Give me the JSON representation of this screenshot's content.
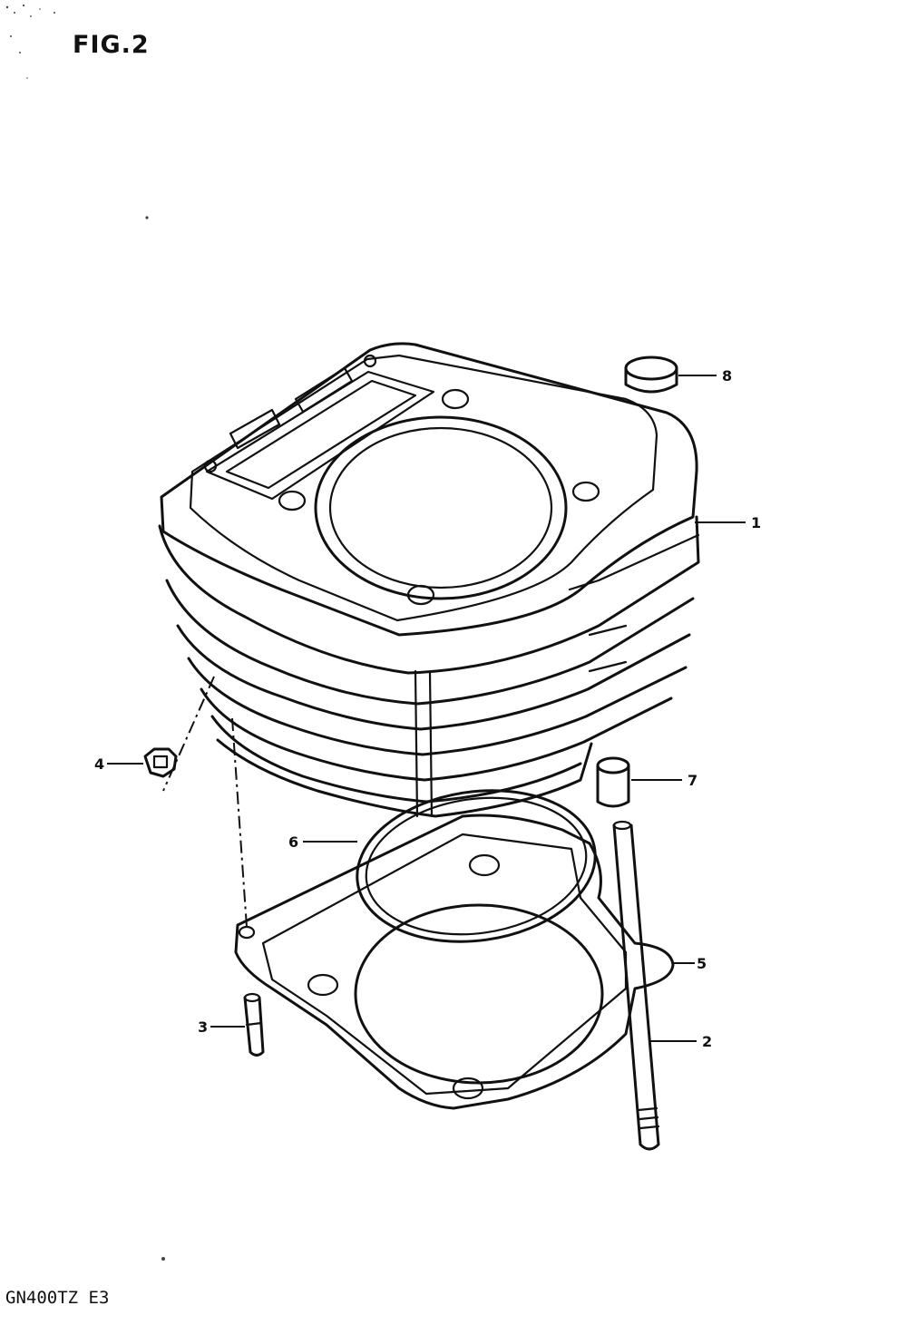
{
  "header": {
    "figure_label": "FIG.2"
  },
  "footer": {
    "model_code": "GN400TZ E3"
  },
  "callouts": [
    {
      "id": "1",
      "label": "1",
      "part": "cylinder"
    },
    {
      "id": "2",
      "label": "2",
      "part": "stud"
    },
    {
      "id": "3",
      "label": "3",
      "part": "stud"
    },
    {
      "id": "4",
      "label": "4",
      "part": "plug"
    },
    {
      "id": "5",
      "label": "5",
      "part": "base-gasket"
    },
    {
      "id": "6",
      "label": "6",
      "part": "o-ring"
    },
    {
      "id": "7",
      "label": "7",
      "part": "dowel-pin"
    },
    {
      "id": "8",
      "label": "8",
      "part": "dowel-pin"
    }
  ]
}
